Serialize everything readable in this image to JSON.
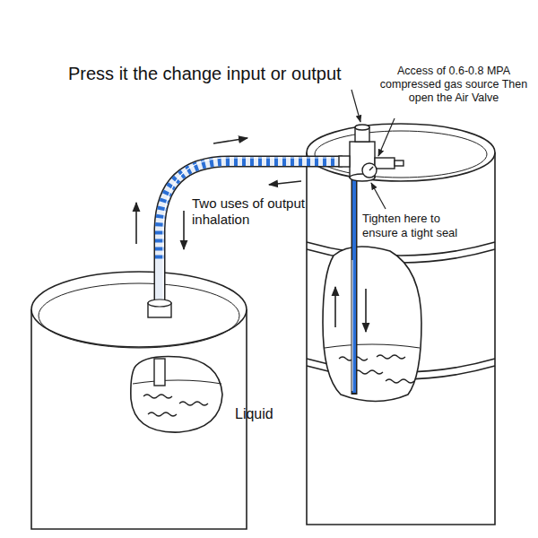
{
  "diagram": {
    "labels": [
      "Press it the change input or output",
      "Access of 0.6-0.8 MPA compressed gas source Then open the Air Valve",
      "Two uses of output inhalation",
      "Tighten here to ensure a tight seal",
      "Liquid"
    ]
  }
}
